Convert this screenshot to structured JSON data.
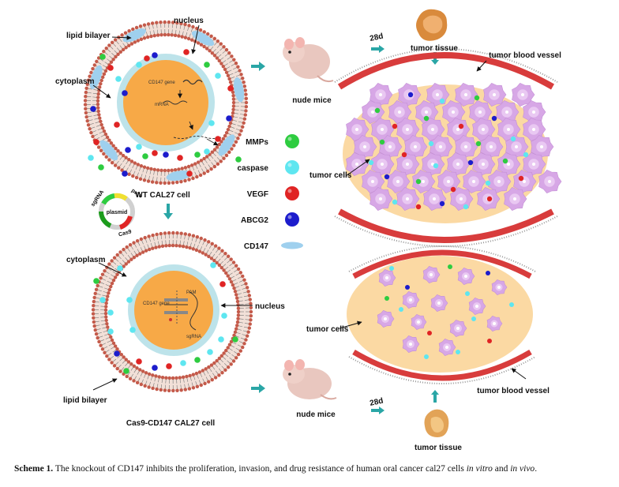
{
  "labels": {
    "nucleus_top": "nucleus",
    "lipid_bilayer_top": "lipid bilayer",
    "cytoplasm_top": "cytoplasm",
    "cd147_gene_top": "CD147 gene",
    "mrna": "mRNA",
    "wt_cell": "WT CAL27 cell",
    "nude_mice_top": "nude mice",
    "days_top": "28d",
    "tumor_tissue_top": "tumor tissue",
    "tumor_blood_vessel_top": "tumor blood vessel",
    "tumor_cells_top": "tumor cells",
    "cytoplasm_bottom": "cytoplasm",
    "nucleus_bottom": "nucleus",
    "lipid_bilayer_bottom": "lipid bilayer",
    "cas9_cell": "Cas9-CD147 CAL27 cell",
    "nude_mice_bottom": "nude mice",
    "days_bottom": "28d",
    "tumor_tissue_bottom": "tumor tissue",
    "tumor_blood_vessel_bottom": "tumor blood vessel",
    "tumor_cells_bottom": "tumor cells",
    "pam": "PAM",
    "cd147_gene_bottom": "CD147 gene",
    "sgrna": "sgRNA"
  },
  "plasmid": {
    "center": "plasmid",
    "sgrna": "sgRNA",
    "puro": "puro",
    "cas9": "Cas9"
  },
  "legend": [
    {
      "label": "MMPs",
      "color": "#2ecc40"
    },
    {
      "label": "caspase",
      "color": "#5ee6f0"
    },
    {
      "label": "VEGF",
      "color": "#e02424"
    },
    {
      "label": "ABCG2",
      "color": "#1c1ccc"
    },
    {
      "label": "CD147",
      "color": "#9fd0ee"
    }
  ],
  "colors": {
    "membrane": "#c45a4a",
    "nucleus": "#f7a947",
    "nucleus_ring": "#bde3ea",
    "vessel": "#d83c3c",
    "tumor_bg": "#fbd9a3",
    "tumor_cell": "#d7a7e6",
    "arrow": "#2aa6a6"
  },
  "caption": {
    "lead": "Scheme 1.",
    "text1": " The knockout of CD147 inhibits the proliferation, invasion, and drug resistance of human oral cancer cal27 cells ",
    "italic1": "in vitro",
    "text2": " and ",
    "italic2": "in vivo",
    "text3": "."
  }
}
